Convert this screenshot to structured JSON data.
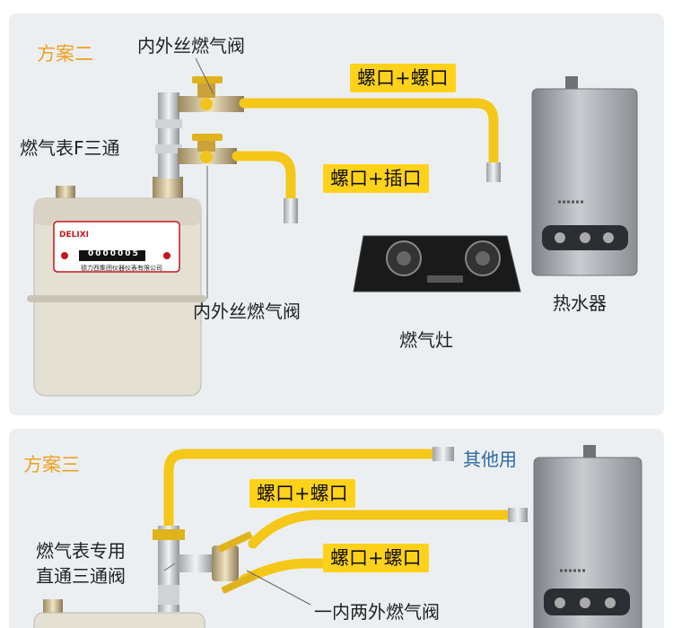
{
  "scheme2": {
    "title": "方案二",
    "valve_label_top": "内外丝燃气阀",
    "meter_label": "燃气表F三通",
    "tag1": "螺口+螺口",
    "tag2": "螺口+插口",
    "valve_label_bottom": "内外丝燃气阀",
    "stove_label": "燃气灶",
    "heater_label": "热水器"
  },
  "scheme3": {
    "title": "方案三",
    "other_label": "其他用",
    "tag1": "螺口+螺口",
    "tag2": "螺口+螺口",
    "meter_label_line1": "燃气表专用",
    "meter_label_line2": "直通三通阀",
    "valve_label": "一内两外燃气阀"
  },
  "meter": {
    "brand": "DELIXI",
    "footer": "德力西集团仪器仪表有限公司",
    "reading": "0000005"
  },
  "colors": {
    "accent_orange": "#f0a020",
    "tag_yellow": "#ffd21a",
    "hose_yellow": "#f4c719",
    "label_blue": "#2c6aa5",
    "panel_bg": "#eceff2"
  }
}
